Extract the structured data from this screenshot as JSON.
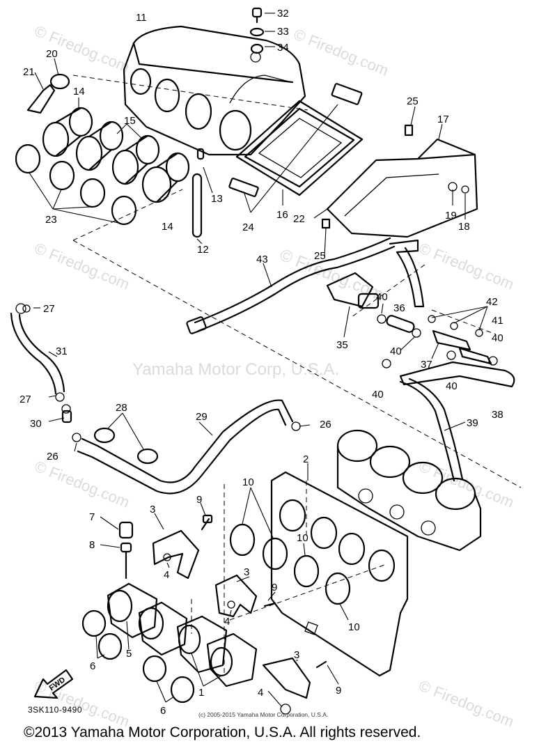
{
  "diagram": {
    "code": "3SK110-9490",
    "fine_print": "(c) 2005-2015 Yamaha Motor Corporation, U.S.A.",
    "copyright": "©2013 Yamaha Motor Corporation, U.S.A. All rights reserved.",
    "watermarks": {
      "site": "© Firedog.com",
      "center": "© Firedog.com",
      "owner": "Yamaha Motor Corp, U.S.A."
    },
    "fwd_label": "FWD",
    "callouts": {
      "c11": "11",
      "c32": "32",
      "c33": "33",
      "c34": "34",
      "c20": "20",
      "c21": "21",
      "c14a": "14",
      "c15": "15",
      "c23": "23",
      "c14b": "14",
      "c13": "13",
      "c12": "12",
      "c24": "24",
      "c16": "16",
      "c22": "22",
      "c25a": "25",
      "c17": "17",
      "c19": "19",
      "c18": "18",
      "c25b": "25",
      "c43": "43",
      "c42": "42",
      "c40a": "40",
      "c36": "36",
      "c41": "41",
      "c40b": "40",
      "c35": "35",
      "c40c": "40",
      "c37": "37",
      "c40d": "40",
      "c40e": "40",
      "c38": "38",
      "c27a": "27",
      "c31": "31",
      "c27b": "27",
      "c30": "30",
      "c28": "28",
      "c29": "29",
      "c26a": "26",
      "c26b": "26",
      "c39": "39",
      "c2": "2",
      "c7": "7",
      "c8": "8",
      "c3a": "3",
      "c9a": "9",
      "c4a": "4",
      "c10a": "10",
      "c10b": "10",
      "c3b": "3",
      "c9b": "9",
      "c4b": "4",
      "c10c": "10",
      "c5": "5",
      "c6a": "6",
      "c6b": "6",
      "c1": "1",
      "c3c": "3",
      "c9c": "9",
      "c4c": "4"
    }
  }
}
